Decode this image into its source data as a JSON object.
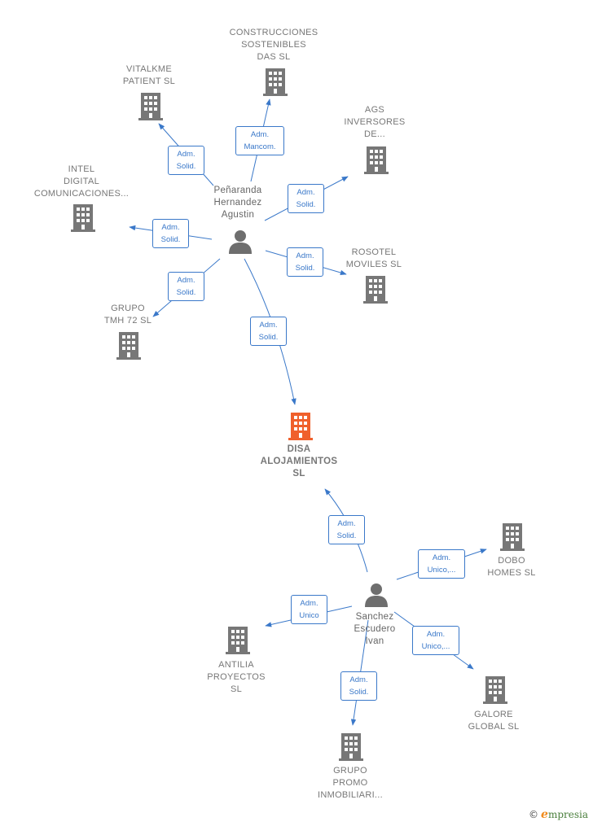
{
  "colors": {
    "edge": "#3a78c9",
    "company_icon": "#777777",
    "focus_icon": "#f0602c",
    "person_icon": "#6e6e6e",
    "label": "#777777"
  },
  "nodes": {
    "focus": {
      "lines": [
        "DISA",
        "ALOJAMIENTOS",
        "SL"
      ],
      "icon": "building-icon"
    },
    "person1": {
      "lines": [
        "Peñaranda",
        "Hernandez",
        "Agustin"
      ],
      "icon": "person-icon"
    },
    "person2": {
      "lines": [
        "Sanchez",
        "Escudero",
        "Ivan"
      ],
      "icon": "person-icon"
    },
    "c_construcciones": {
      "lines": [
        "CONSTRUCCIONES",
        "SOSTENIBLES",
        "DAS  SL"
      ]
    },
    "c_vitalkme": {
      "lines": [
        "VITALKME",
        "PATIENT SL"
      ]
    },
    "c_ags": {
      "lines": [
        "AGS",
        "INVERSORES",
        "DE..."
      ]
    },
    "c_intel": {
      "lines": [
        "INTEL",
        "DIGITAL",
        "COMUNICACIONES..."
      ]
    },
    "c_rosotel": {
      "lines": [
        "ROSOTEL",
        "MOVILES SL"
      ]
    },
    "c_grupo_tmh": {
      "lines": [
        "GRUPO",
        "TMH 72  SL"
      ]
    },
    "c_dobo": {
      "lines": [
        "DOBO",
        "HOMES  SL"
      ]
    },
    "c_antilia": {
      "lines": [
        "ANTILIA",
        "PROYECTOS",
        "SL"
      ]
    },
    "c_galore": {
      "lines": [
        "GALORE",
        "GLOBAL  SL"
      ]
    },
    "c_grupo_promo": {
      "lines": [
        "GRUPO",
        "PROMO",
        "INMOBILIARI..."
      ]
    }
  },
  "edges": [
    {
      "id": "e1",
      "lines": [
        "Adm.",
        "Mancom."
      ]
    },
    {
      "id": "e2",
      "lines": [
        "Adm.",
        "Solid."
      ]
    },
    {
      "id": "e3",
      "lines": [
        "Adm.",
        "Solid."
      ]
    },
    {
      "id": "e4",
      "lines": [
        "Adm.",
        "Solid."
      ]
    },
    {
      "id": "e5",
      "lines": [
        "Adm.",
        "Solid."
      ]
    },
    {
      "id": "e6",
      "lines": [
        "Adm.",
        "Solid."
      ]
    },
    {
      "id": "e7",
      "lines": [
        "Adm.",
        "Solid."
      ]
    },
    {
      "id": "e8",
      "lines": [
        "Adm.",
        "Solid."
      ]
    },
    {
      "id": "e9",
      "lines": [
        "Adm.",
        "Unico,..."
      ]
    },
    {
      "id": "e10",
      "lines": [
        "Adm.",
        "Unico"
      ]
    },
    {
      "id": "e11",
      "lines": [
        "Adm.",
        "Unico,..."
      ]
    },
    {
      "id": "e12",
      "lines": [
        "Adm.",
        "Solid."
      ]
    }
  ],
  "footer": {
    "copyright": "©",
    "brand_initial": "e",
    "brand_rest": "mpresia"
  }
}
